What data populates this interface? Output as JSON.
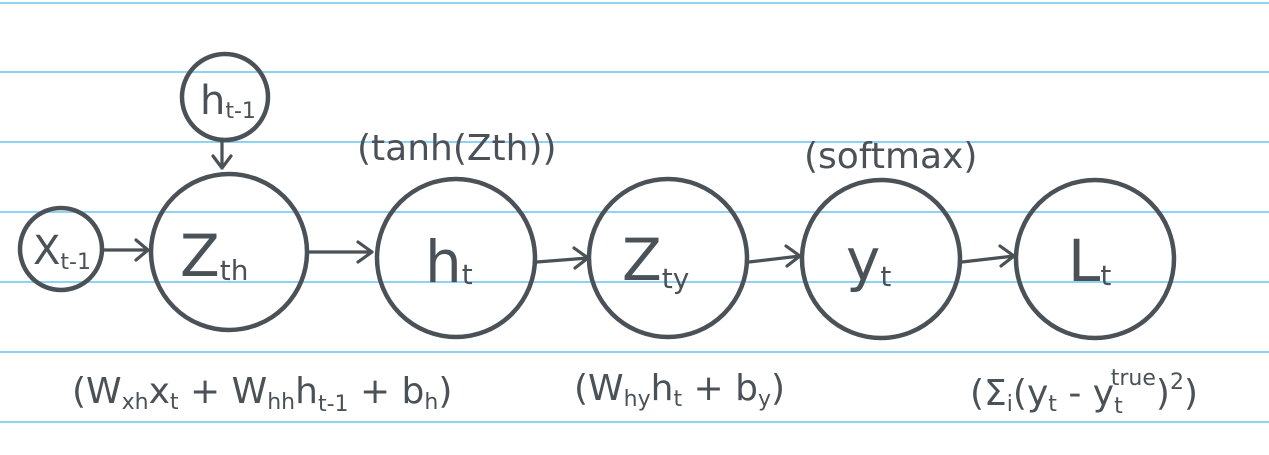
{
  "nodes": {
    "x_prev": {
      "main": "X",
      "sub": "t-1"
    },
    "h_prev": {
      "main": "h",
      "sub": "t-1"
    },
    "z_th": {
      "main": "Z",
      "sub": "th"
    },
    "h_t": {
      "main": "h",
      "sub": "t"
    },
    "z_ty": {
      "main": "Z",
      "sub": "ty"
    },
    "y_t": {
      "main": "y",
      "sub": "t"
    },
    "l_t": {
      "main": "L",
      "sub": "t"
    }
  },
  "annotations": {
    "tanh": "(tanh(Zth))",
    "softmax": "(softmax)",
    "z_th_formula": {
      "open": "(W",
      "sub1": "xh",
      "mid1": "x",
      "sub2": "t",
      "mid2": " + W",
      "sub3": "hh",
      "mid3": "h",
      "sub4": "t-1",
      "mid4": " + b",
      "sub5": "h",
      "close": ")"
    },
    "z_ty_formula": {
      "open": "(W",
      "sub1": "hy",
      "mid1": "h",
      "sub2": "t",
      "mid2": " + b",
      "sub3": "y",
      "close": ")"
    },
    "loss_formula": {
      "open": "(Σ",
      "sub1": "i",
      "mid1": "(y",
      "sub2": "t",
      "mid2": " - y",
      "sub3": "t",
      "sup3": "true",
      "mid3": ")",
      "sup4": "2",
      "close": ")"
    }
  },
  "colors": {
    "ink": "#4a5258",
    "ruled_line": "#8fd3f4",
    "paper": "#ffffff"
  }
}
